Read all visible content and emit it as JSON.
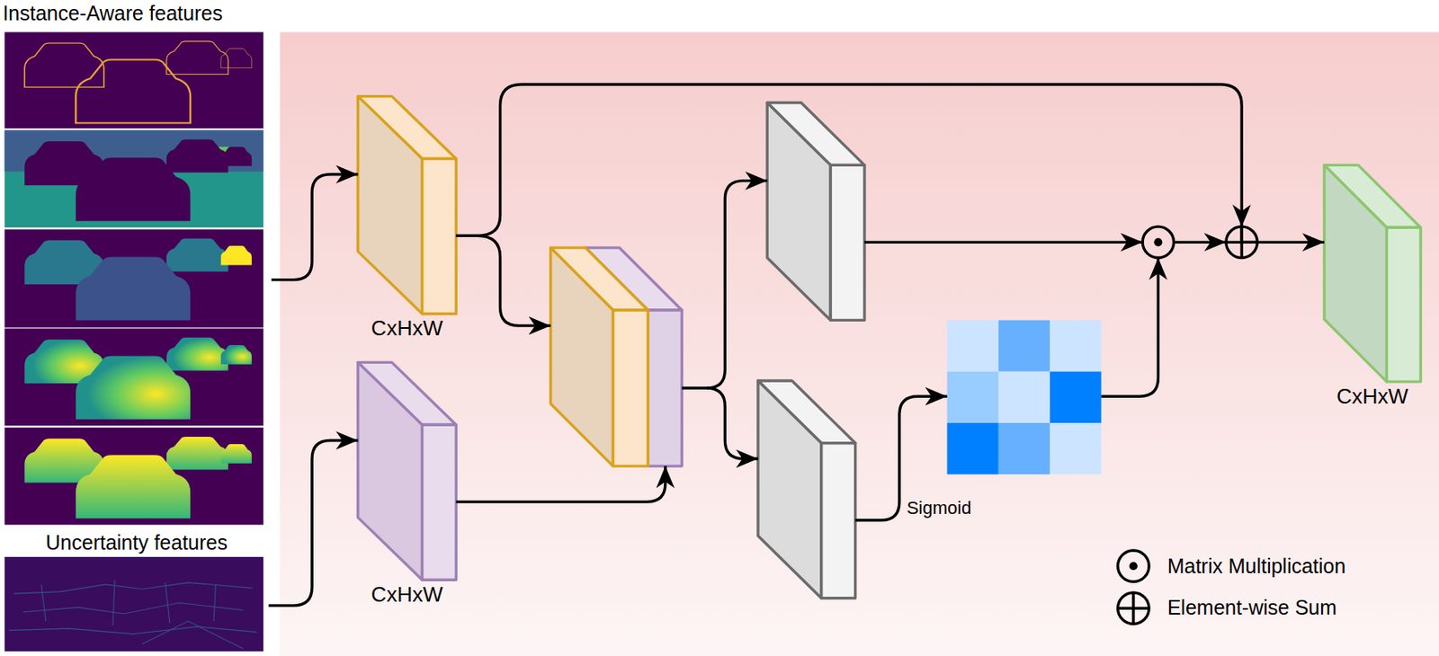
{
  "diagram": {
    "nodes": [
      {
        "text": [
          "Instance-Aware features"
        ]
      },
      {
        "text": [
          "Uncertainty features"
        ]
      },
      {
        "text": [
          "CxHxW"
        ]
      },
      {
        "text": [
          "CxHxW"
        ]
      },
      {
        "text": [
          "CxHxW"
        ]
      }
    ],
    "edges": [
      {
        "from": 0,
        "to": 2,
        "arrow": "to"
      },
      {
        "from": 1,
        "to": 3,
        "arrow": "to"
      },
      {
        "from": 2,
        "to": 4,
        "arrow": "to"
      }
    ],
    "labels": [
      "Sigmoid"
    ],
    "legend": [
      {
        "text": "Matrix Multiplication"
      },
      {
        "text": "Element-wise Sum"
      }
    ]
  }
}
